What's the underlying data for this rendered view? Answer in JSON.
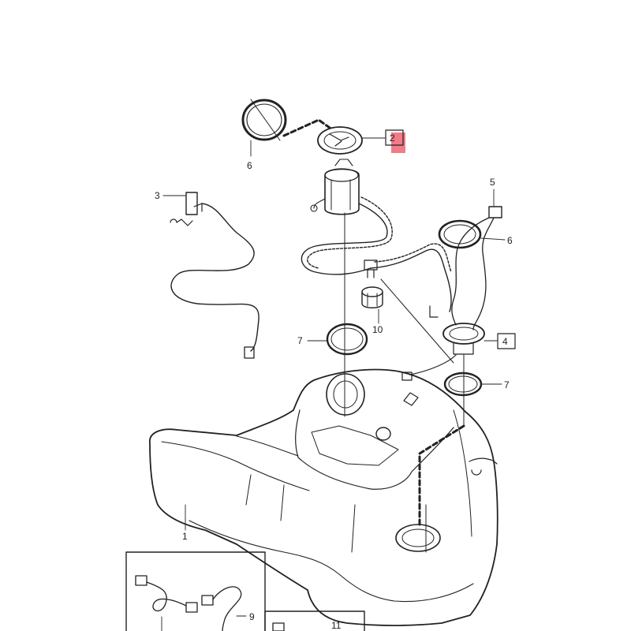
{
  "diagram": {
    "callouts": {
      "c1": "1",
      "c2": "2",
      "c3": "3",
      "c4": "4",
      "c5": "5",
      "c6a": "6",
      "c6b": "6",
      "c7a": "7",
      "c7b": "7",
      "c9": "9",
      "c10": "10",
      "c11": "11"
    },
    "highlight_color": "#e8344a"
  }
}
